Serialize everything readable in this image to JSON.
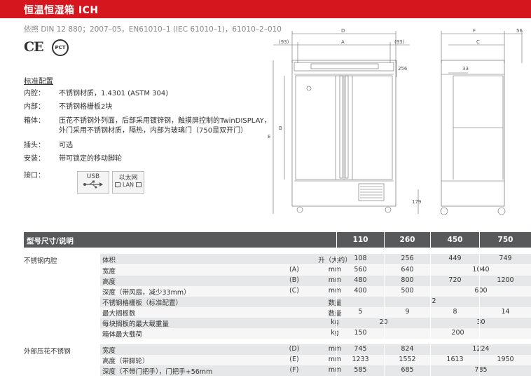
{
  "header": {
    "title": "恒温恒湿箱 ICH"
  },
  "standards": "依照 DIN 12 880；2007–05，EN61010–1 (IEC 61010–1)，61010–2–010",
  "certs": {
    "ce": "CE",
    "pg": "PCT"
  },
  "config": {
    "title": "标准配置",
    "items": [
      {
        "k": "内腔：",
        "v": "不锈钢材质，1.4301 (ASTM 304)"
      },
      {
        "k": "内部：",
        "v": "不锈钢格栅板2块"
      },
      {
        "k": "箱体：",
        "v": "压花不锈钢外列面，后部采用镀锌钢，触摸屏控制的TwinDISPLAY，"
      },
      {
        "k": "",
        "v": "外门采用不锈钢材质，隔热，内部为玻璃门（750是双开门）"
      },
      {
        "k": "插头：",
        "v": "可选"
      },
      {
        "k": "安装：",
        "v": "带可锁定的移动脚轮"
      },
      {
        "k": "接口：",
        "v": ""
      }
    ],
    "usb": "USB",
    "ethernet": "以太网",
    "lan": "LAN"
  },
  "drawing": {
    "labels": {
      "D": "D",
      "A": "A",
      "F": "F",
      "C": "C",
      "s56": "56",
      "l93": "(93)",
      "r93": "(93)",
      "s33": "33",
      "B": "B",
      "E": "E",
      "s256": "256",
      "s179": "179"
    }
  },
  "table": {
    "header_label": "型号尺寸/说明",
    "models": [
      "110",
      "260",
      "450",
      "750"
    ],
    "groups": [
      {
        "label": "不锈钢内腔"
      },
      {
        "label": "外部压花不锈钢"
      }
    ],
    "rows": [
      {
        "name": "体积",
        "key": "",
        "unit": "升（大约）",
        "vals": [
          "108",
          "256",
          "449",
          "749"
        ]
      },
      {
        "name": "宽度",
        "key": "(A)",
        "unit": "mm",
        "vals": [
          "560",
          "640",
          "1040",
          ""
        ]
      },
      {
        "name": "高度",
        "key": "(B)",
        "unit": "mm",
        "vals": [
          "480",
          "800",
          "720",
          "1200"
        ]
      },
      {
        "name": "深度（带风扇，减少33mm）",
        "key": "(C)",
        "unit": "mm",
        "vals": [
          "400",
          "500",
          "600",
          ""
        ]
      },
      {
        "name": "不锈钢格栅板（标准配置）",
        "key": "",
        "unit": "数量",
        "vals": [
          "2"
        ]
      },
      {
        "name": "最大搁板数",
        "key": "",
        "unit": "数量",
        "vals": [
          "5",
          "9",
          "8",
          "14"
        ]
      },
      {
        "name": "每块搁板的最大载重量",
        "key": "",
        "unit": "kg",
        "vals": [
          "20",
          "30"
        ]
      },
      {
        "name": "箱体最大载荷",
        "key": "",
        "unit": "kg",
        "vals": [
          "150",
          "200"
        ]
      },
      {
        "name": "宽度",
        "key": "(D)",
        "unit": "mm",
        "vals": [
          "745",
          "824",
          "1224",
          ""
        ]
      },
      {
        "name": "高度（带脚轮）",
        "key": "(E)",
        "unit": "mm",
        "vals": [
          "1233",
          "1552",
          "1613",
          "1950"
        ]
      },
      {
        "name": "深度（不带门把手），门把手+56mm",
        "key": "(F)",
        "unit": "mm",
        "vals": [
          "585",
          "685",
          "785",
          ""
        ]
      }
    ]
  },
  "colors": {
    "red": "#d6161e",
    "header_gray": "#58595b",
    "row_gray": "#e6e7e8",
    "row_white": "#f6f6f6"
  }
}
